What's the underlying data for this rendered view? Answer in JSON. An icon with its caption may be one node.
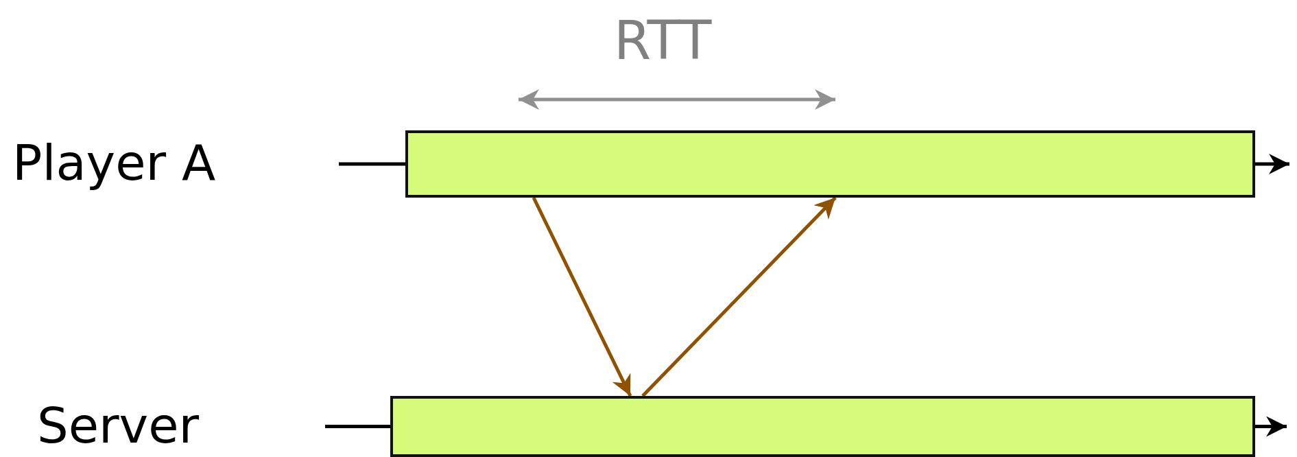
{
  "diagram": {
    "nodes": [
      {
        "text": [
          "Player A"
        ]
      },
      {
        "text": [
          "Server"
        ]
      }
    ],
    "edges": [
      {
        "from": 0,
        "to": 1,
        "arrow": "to"
      },
      {
        "from": 1,
        "to": 0,
        "arrow": "to"
      }
    ],
    "labels": [
      "RTT"
    ]
  }
}
